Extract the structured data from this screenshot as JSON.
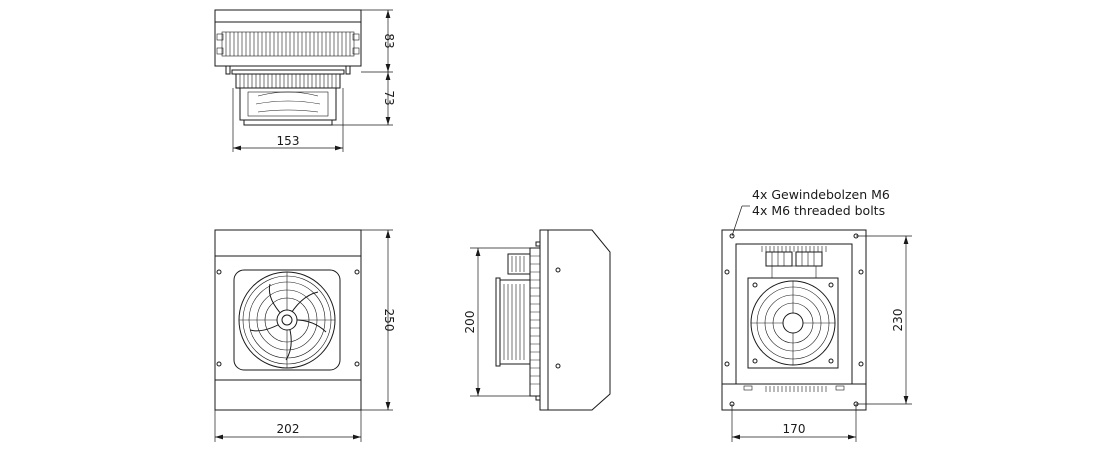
{
  "dimensions": {
    "top_height": "83",
    "fan_height": "73",
    "fan_width": "153",
    "front_height": "250",
    "front_width": "202",
    "side_height": "200",
    "back_height": "230",
    "back_width": "170"
  },
  "note": {
    "line1": "4x Gewindebolzen M6",
    "line2": "4x M6 threaded bolts"
  }
}
